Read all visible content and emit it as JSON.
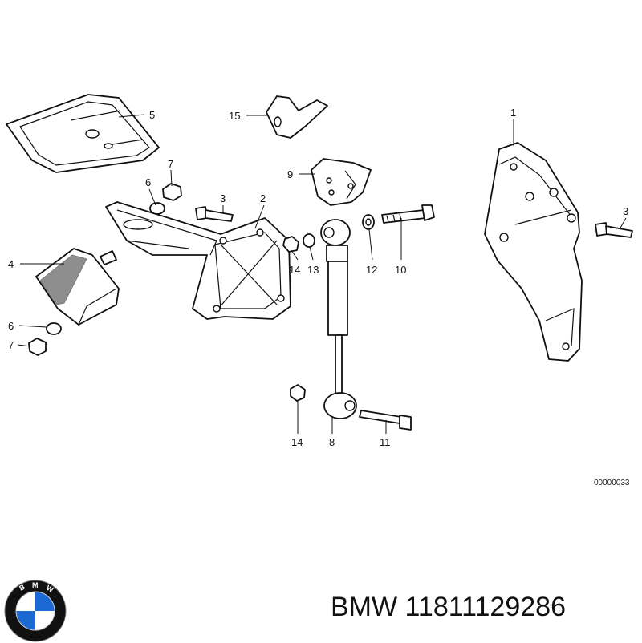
{
  "callouts": [
    "1",
    "2",
    "3",
    "3",
    "4",
    "5",
    "6",
    "6",
    "7",
    "7",
    "8",
    "9",
    "10",
    "11",
    "12",
    "13",
    "14",
    "14",
    "15"
  ],
  "drawing_code": "00000033",
  "brand_logo": {
    "name": "bmw-roundel",
    "text": "BMW",
    "colors": [
      "#1c69d4",
      "#ffffff",
      "#111111"
    ]
  },
  "caption": {
    "brand": "BMW",
    "part_number": "11811129286"
  }
}
